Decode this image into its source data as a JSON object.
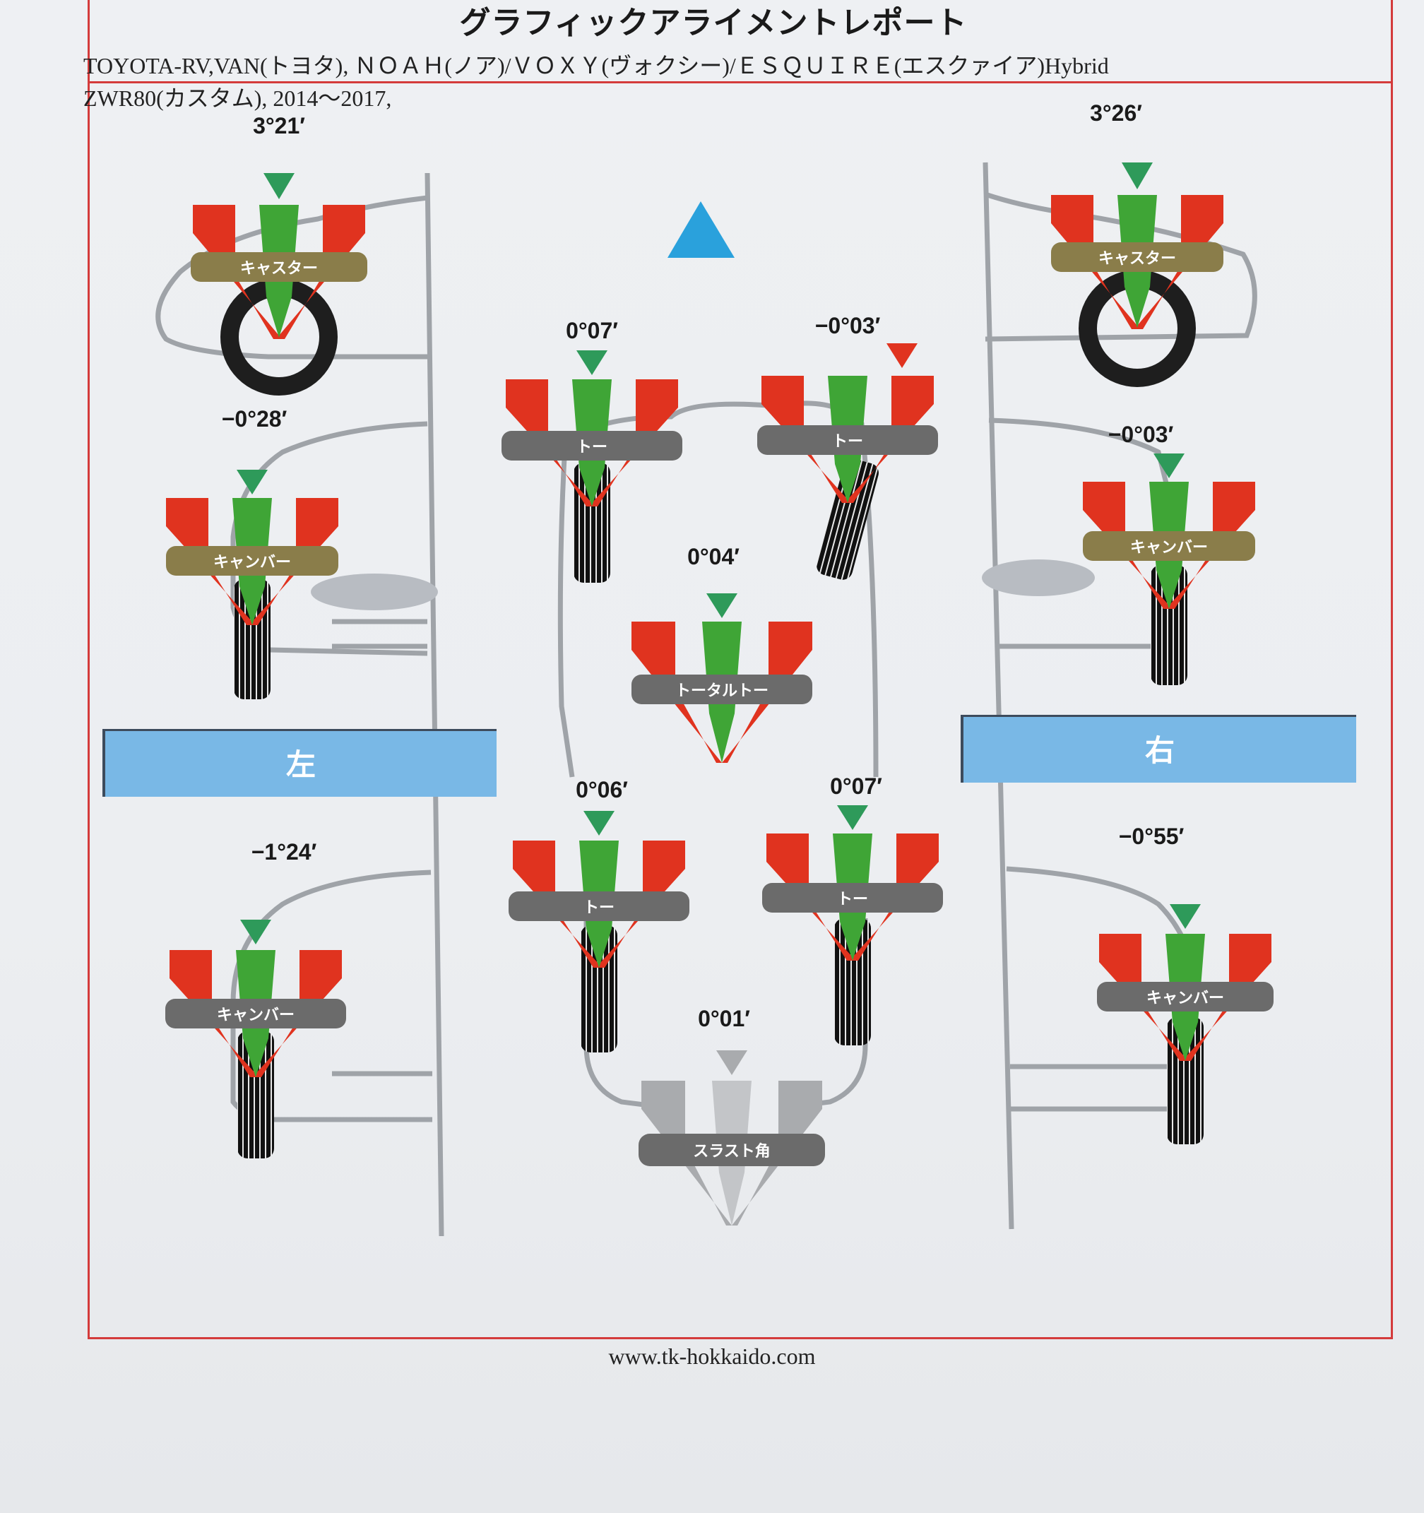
{
  "report": {
    "title": "グラフィックアライメントレポート",
    "vehicle_line1": "TOYOTA-RV,VAN(トヨタ), ＮＯＡＨ(ノア)/ＶＯＸＹ(ヴォクシー)/ＥＳＱＵＩＲＥ(エスクァイア)Hybrid",
    "vehicle_line2": "ZWR80(カスタム), 2014〜2017,",
    "footer_url": "www.tk-hokkaido.com"
  },
  "sides": {
    "left": "左",
    "right": "右"
  },
  "measurements": {
    "front_left_caster": {
      "value": "3°21′",
      "label": "キャスター"
    },
    "front_right_caster": {
      "value": "3°26′",
      "label": "キャスター"
    },
    "front_left_camber": {
      "value": "−0°28′",
      "label": "キャンバー"
    },
    "front_right_camber": {
      "value": "−0°03′",
      "label": "キャンバー"
    },
    "front_left_toe": {
      "value": "0°07′",
      "label": "トー"
    },
    "front_right_toe": {
      "value": "−0°03′",
      "label": "トー"
    },
    "front_total_toe": {
      "value": "0°04′",
      "label": "トータルトー"
    },
    "rear_left_toe": {
      "value": "0°06′",
      "label": "トー"
    },
    "rear_right_toe": {
      "value": "0°07′",
      "label": "トー"
    },
    "rear_left_camber": {
      "value": "−1°24′",
      "label": "キャンバー"
    },
    "rear_right_camber": {
      "value": "−0°55′",
      "label": "キャンバー"
    },
    "thrust_angle": {
      "value": "0°01′",
      "label": "スラスト角"
    }
  },
  "colors": {
    "frame_red": "#d43b3b",
    "gauge_red": "#e0331f",
    "gauge_green": "#3fa536",
    "marker_green": "#2e9a5a",
    "marker_red": "#e0331f",
    "badge_caster": "#8a7d4a",
    "badge_gray": "#6b6b6b",
    "side_blue": "#79b8e6",
    "direction_arrow": "#2aa1dc"
  },
  "icons": {
    "direction": "up-triangle-icon"
  }
}
